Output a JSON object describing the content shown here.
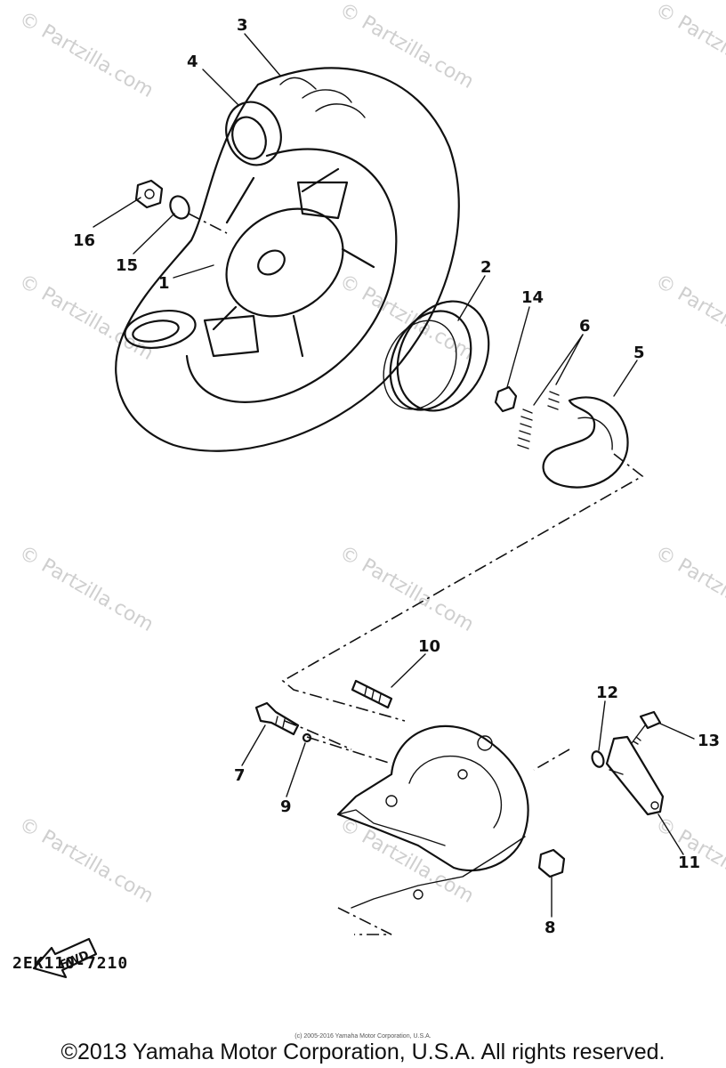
{
  "diagram": {
    "callouts": {
      "p1": "1",
      "p2": "2",
      "p3": "3",
      "p4": "4",
      "p5": "5",
      "p6": "6",
      "p7": "7",
      "p8": "8",
      "p9": "9",
      "p10": "10",
      "p11": "11",
      "p12": "12",
      "p13": "13",
      "p14": "14",
      "p15": "15",
      "p16": "16"
    },
    "fwd_label": "FWD",
    "watermark_text": "© Partzilla.com"
  },
  "footer": {
    "part_code": "2EK110-7210",
    "tiny_copyright": "(c) 2005-2016 Yamaha Motor Corporation, U.S.A.",
    "copyright": "©2013 Yamaha Motor Corporation, U.S.A. All rights reserved."
  }
}
